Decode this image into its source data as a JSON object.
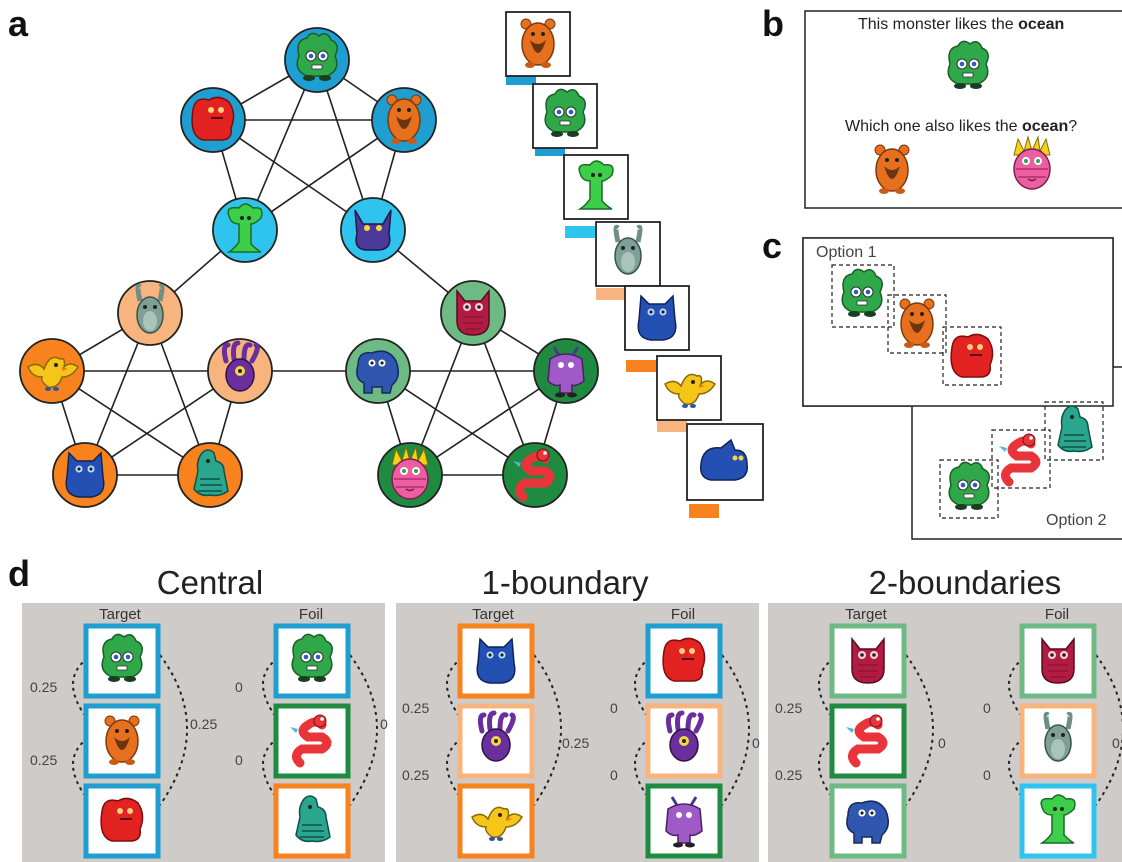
{
  "panels": {
    "a": "a",
    "b": "b",
    "c": "c",
    "d": "d"
  },
  "colors": {
    "dark_blue": "#1f9ed1",
    "light_blue": "#2fc4ee",
    "light_orange": "#f7b47e",
    "orange": "#f7821e",
    "light_green": "#6dba85",
    "dark_green": "#1f8b40",
    "panel_gray": "#cfcbc8"
  },
  "network": {
    "node_icons": [
      "green-fluffy-monster-icon",
      "red-furry-monster-icon",
      "orange-bearded-monster-icon",
      "green-tree-monster-icon",
      "purple-cat-monster-icon",
      "gray-rabbit-monster-icon",
      "crimson-owl-monster-icon",
      "yellow-bird-monster-icon",
      "purple-tentacle-monster-icon",
      "blue-elephant-monster-icon",
      "purple-horned-monster-icon",
      "blue-furry-monster-icon",
      "teal-lizard-monster-icon",
      "pink-spiky-monster-icon",
      "red-worm-monster-icon"
    ]
  },
  "sequence": {
    "cards": [
      "orange-bearded-monster-icon",
      "green-fluffy-monster-icon",
      "green-tree-monster-icon",
      "gray-rabbit-monster-icon",
      "blue-furry-monster-icon",
      "yellow-bird-monster-icon",
      "blue-cat-monster-icon"
    ]
  },
  "panel_b": {
    "line1_prefix": "This monster likes the ",
    "line1_bold": "ocean",
    "line2_prefix": "Which one also likes the ",
    "line2_bold": "ocean",
    "line2_suffix": "?"
  },
  "panel_c": {
    "option1": "Option 1",
    "option2": "Option 2"
  },
  "panel_d": {
    "groups": [
      {
        "title": "Central",
        "target_label": "Target",
        "foil_label": "Foil",
        "target_weights": [
          "0.25",
          "0.25",
          "0.25"
        ],
        "foil_weights": [
          "0",
          "0",
          "0"
        ]
      },
      {
        "title": "1-boundary",
        "target_label": "Target",
        "foil_label": "Foil",
        "target_weights": [
          "0.25",
          "0.25",
          "0.25"
        ],
        "foil_weights": [
          "0",
          "0",
          "0"
        ]
      },
      {
        "title": "2-boundaries",
        "target_label": "Target",
        "foil_label": "Foil",
        "target_weights": [
          "0.25",
          "0.25",
          "0"
        ],
        "foil_weights": [
          "0",
          "0",
          "0"
        ]
      }
    ]
  }
}
